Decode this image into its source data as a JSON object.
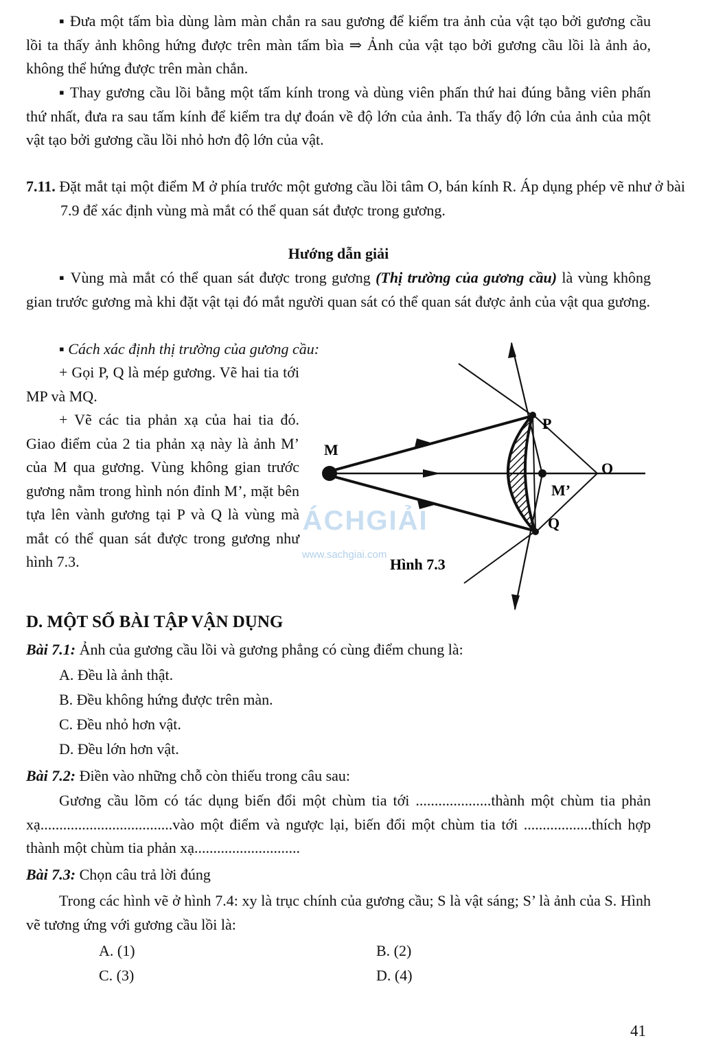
{
  "para1": "▪ Đưa một tấm bìa dùng làm màn chắn ra sau gương để kiểm tra ảnh của vật tạo bởi gương cầu lồi ta thấy ảnh không hứng được trên màn tấm bìa ⇒ Ảnh của vật tạo bởi gương cầu lồi là ảnh ảo, không thể hứng được trên màn chắn.",
  "para2": "▪ Thay gương cầu lồi bằng một tấm kính trong và dùng viên phấn thứ hai đúng bằng viên phấn thứ nhất, đưa ra sau tấm kính để kiểm tra dự đoán về độ lớn của ảnh. Ta thấy độ lớn của ảnh của một vật tạo bởi gương cầu lồi nhỏ hơn độ lớn của vật.",
  "ex711_num": "7.11.",
  "ex711_text": "Đặt mắt tại một điểm M ở phía trước một gương cầu lồi tâm O, bán kính R. Áp dụng phép vẽ như ở bài 7.9 để xác định vùng mà mắt có thể quan sát được trong gương.",
  "guide_title": "Hướng dẫn giải",
  "guide_p1_a": "▪ Vùng mà mắt có thể quan sát được trong gương ",
  "guide_p1_italic": "(Thị trường của gương cầu)",
  "guide_p1_b": " là vùng không gian trước gương mà khi đặt vật tại đó mắt người quan sát có thể quan sát được ảnh của vật qua gương.",
  "guide_p2": "▪ Cách xác định thị trường của gương cầu:",
  "guide_p3": "+ Gọi P, Q là mép gương. Vẽ hai tia tới MP và MQ.",
  "guide_p4": "+ Vẽ các tia phản xạ của hai tia đó. Giao điểm của 2 tia phản xạ này là ảnh M’ của M qua gương. Vùng không gian trước gương nằm trong hình nón đỉnh M’, mặt bên tựa lên vành gương tại P và Q là vùng mà mắt có thể quan sát được trong gương như hình 7.3.",
  "figure": {
    "label_M": "M",
    "label_P": "P",
    "label_O": "O",
    "label_Mprime": "M’",
    "label_Q": "Q",
    "caption": "Hình 7.3",
    "watermark": "SÁCHGIẢI",
    "watermark_url": "www.sachgiai.com"
  },
  "section_title": "D. MỘT SỐ BÀI TẬP VẬN DỤNG",
  "b71_label": "Bài 7.1:",
  "b71_text": " Ảnh của gương cầu lồi và gương phẳng có cùng điểm chung là:",
  "b71_options": [
    "A. Đều là ảnh thật.",
    "B. Đều không hứng được trên màn.",
    "C. Đều nhỏ hơn vật.",
    "D. Đều lớn hơn vật."
  ],
  "b72_label": "Bài 7.2:",
  "b72_text": " Điền vào những chỗ còn thiếu trong câu sau:",
  "b72_body": "Gương cầu lõm có tác dụng biến đổi một chùm tia tới ....................thành một chùm tia phản xạ...................................vào một điểm và ngược lại, biến đổi một chùm tia tới ..................thích hợp thành một chùm tia phản xạ............................",
  "b73_label": "Bài 7.3:",
  "b73_text": " Chọn câu trả lời đúng",
  "b73_body": "Trong các hình vẽ ở hình 7.4: xy là trục chính của gương cầu; S là vật sáng; S’ là ảnh của S. Hình vẽ tương ứng với gương cầu lồi là:",
  "b73_options": [
    "A. (1)",
    "B. (2)",
    "C. (3)",
    "D. (4)"
  ],
  "page_number": "41"
}
